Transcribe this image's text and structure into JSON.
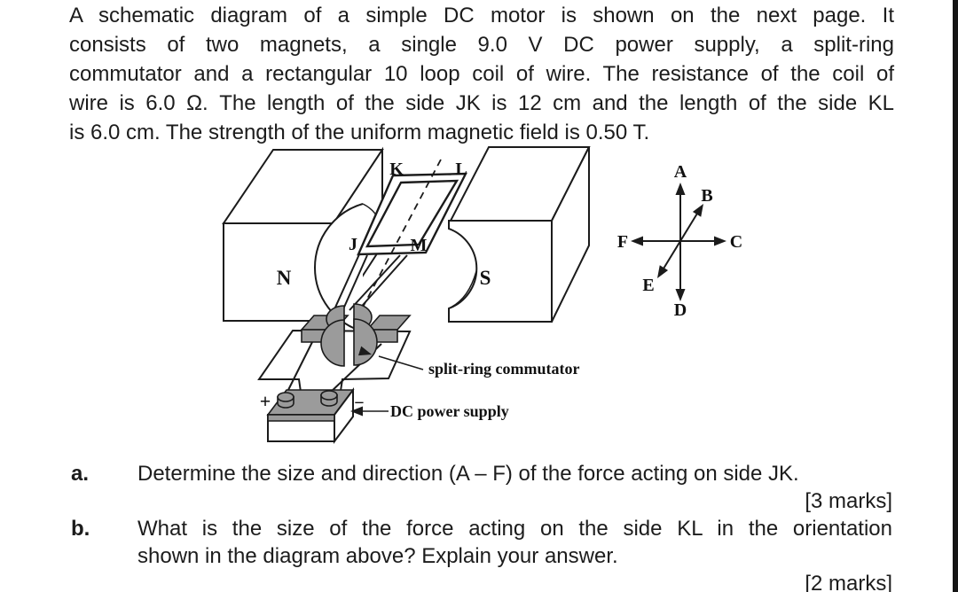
{
  "intro": {
    "lines": [
      "A schematic diagram of a simple DC motor is shown on the next page. It",
      "consists of two magnets, a single 9.0 V DC power supply, a split-ring",
      "commutator and a rectangular 10 loop coil of wire. The resistance of the coil of",
      "wire is 6.0 Ω. The length of the side JK is 12 cm and the length of the side KL",
      "is 6.0 cm. The strength of the uniform magnetic field is 0.50 T."
    ]
  },
  "diagram": {
    "magnet_labels": {
      "n": "N",
      "s": "S"
    },
    "coil_labels": {
      "j": "J",
      "k": "K",
      "l": "L",
      "m": "M"
    },
    "annotations": {
      "commutator": "split-ring commutator",
      "power_supply": "DC power supply",
      "plus": "+",
      "minus": "−"
    },
    "compass": {
      "a": "A",
      "b": "B",
      "c": "C",
      "d": "D",
      "e": "E",
      "f": "F"
    }
  },
  "questions": [
    {
      "label": "a.",
      "lines": [
        "Determine the size and direction (A – F) of the force acting on side JK."
      ],
      "marks": "[3 marks]"
    },
    {
      "label": "b.",
      "lines": [
        "What is the size of the force acting on the side KL in the orientation",
        "shown in the diagram above? Explain your answer."
      ],
      "marks": "[2 marks]"
    }
  ],
  "colors": {
    "metal_gray": "#9b9b9b",
    "ink": "#1b1b1b"
  }
}
